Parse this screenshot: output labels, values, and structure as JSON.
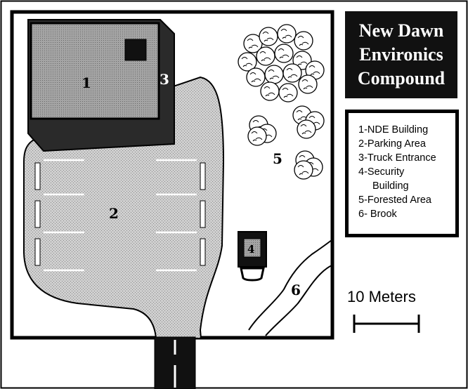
{
  "title": {
    "line1": "New Dawn",
    "line2": "Environics",
    "line3": "Compound"
  },
  "legend": {
    "item1": "1-NDE Building",
    "item2": "2-Parking Area",
    "item3": "3-Truck Entrance",
    "item4a": "4-Security",
    "item4b": "Building",
    "item5": "5-Forested Area",
    "item6": "6- Brook"
  },
  "markers": {
    "m1": "1",
    "m2": "2",
    "m3": "3",
    "m4": "4",
    "m5": "5",
    "m6": "6"
  },
  "scale": {
    "label": "10 Meters"
  },
  "colors": {
    "ink": "#000000",
    "paper": "#ffffff",
    "building_roof": "#9a9a9a",
    "paved": "#c8c8c8",
    "title_background": "#111111"
  }
}
